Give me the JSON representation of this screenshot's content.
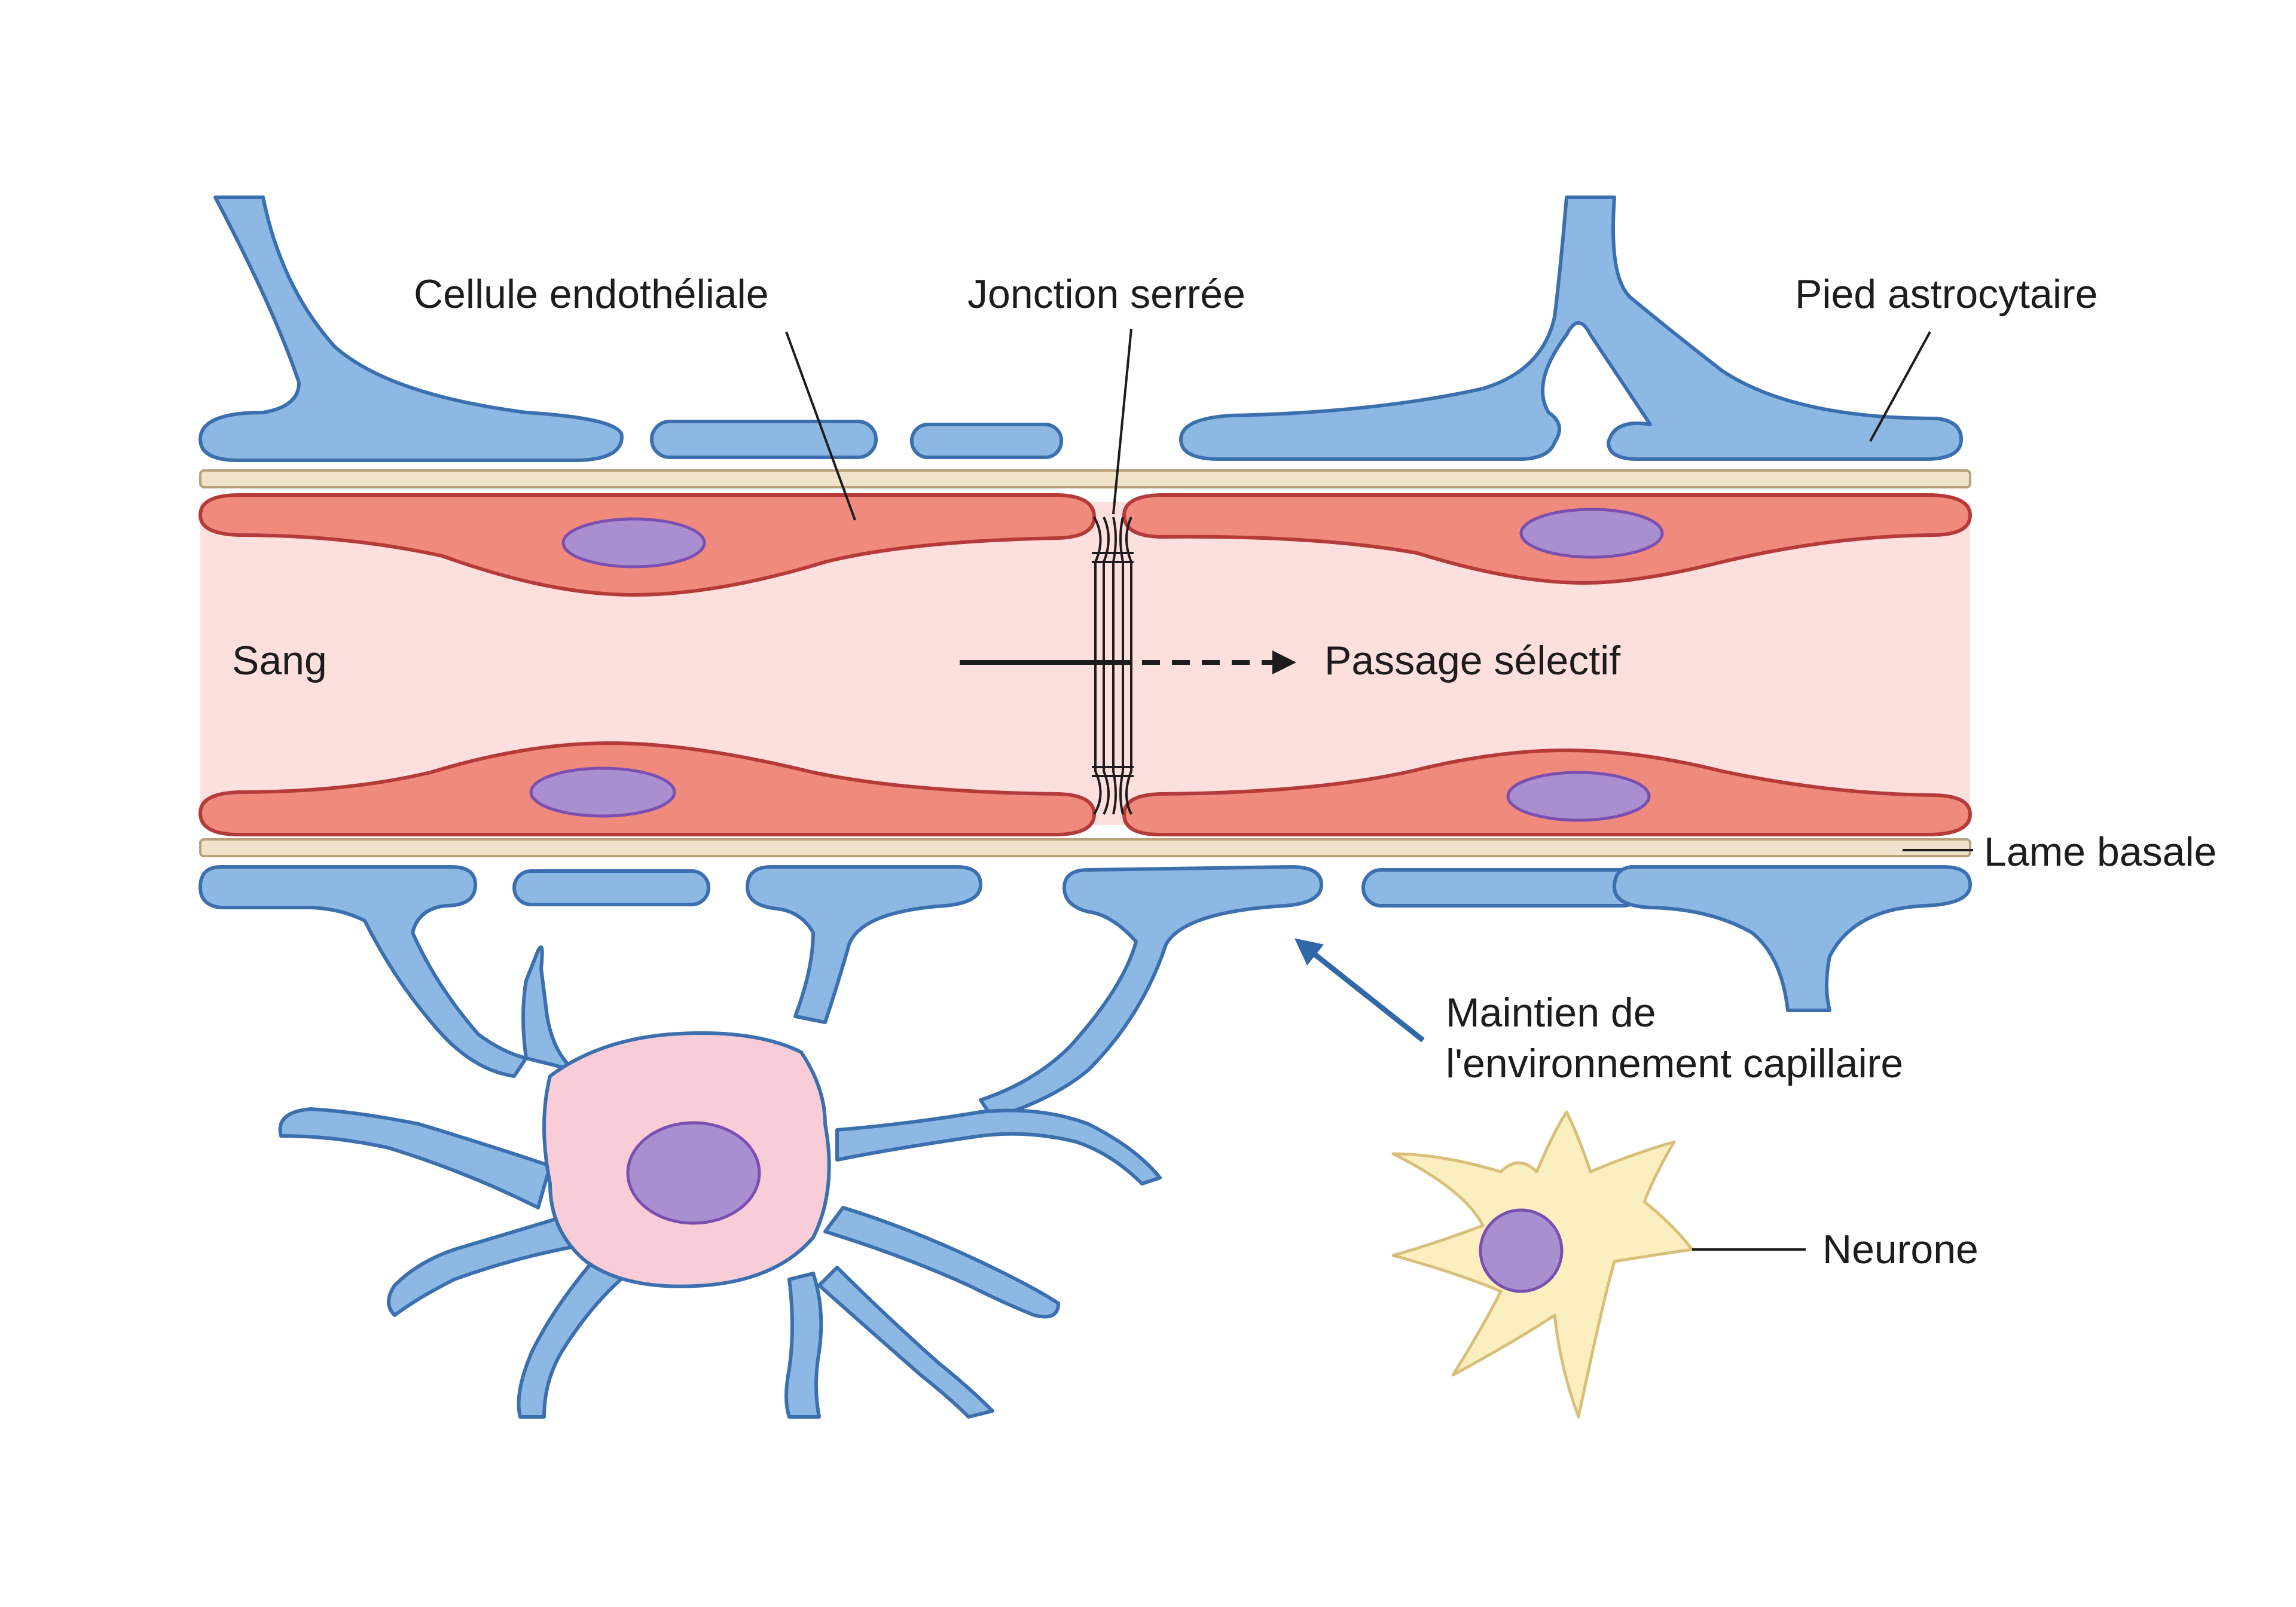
{
  "labels": {
    "endothelial_cell": "Cellule endothéliale",
    "tight_junction": "Jonction serrée",
    "astrocyte_foot": "Pied astrocytaire",
    "blood": "Sang",
    "selective_passage": "Passage sélectif",
    "basal_lamina": "Lame basale",
    "maintenance_line1": "Maintien de",
    "maintenance_line2": "l'environnement capillaire",
    "neuron": "Neurone"
  },
  "colors": {
    "astrocyte_fill": "#8db8e3",
    "astrocyte_stroke": "#3b6fae",
    "endothelial_fill": "#f08a7c",
    "endothelial_stroke": "#b53a3a",
    "lumen_fill": "#fde0de",
    "basal_lamina_fill": "#f0e3c9",
    "basal_lamina_stroke": "#b8a27b",
    "nucleus_fill": "#a98fd0",
    "nucleus_stroke": "#7a4fb0",
    "astrocyte_body_fill": "#f9cdd8",
    "neuron_fill": "#fbefc0",
    "neuron_stroke": "#d8bf7a",
    "arrow_blue": "#3068a8",
    "text": "#1c1c1c"
  }
}
